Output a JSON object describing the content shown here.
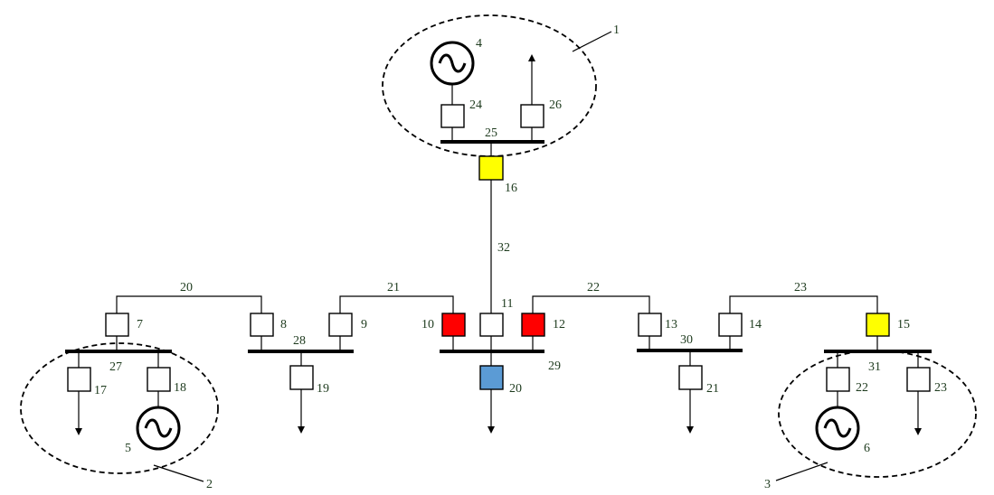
{
  "diagram": {
    "colors": {
      "white": "#ffffff",
      "yellow": "#ffff00",
      "red": "#ff0000",
      "blue": "#5b9bd5"
    },
    "zones": [
      {
        "id": "zone-1",
        "label": "1"
      },
      {
        "id": "zone-2",
        "label": "2"
      },
      {
        "id": "zone-3",
        "label": "3"
      }
    ],
    "generators": [
      {
        "id": "gen-4",
        "label": "4"
      },
      {
        "id": "gen-5",
        "label": "5"
      },
      {
        "id": "gen-6",
        "label": "6"
      }
    ],
    "buses": [
      {
        "id": "bus-25",
        "label": "25"
      },
      {
        "id": "bus-27",
        "label": "27"
      },
      {
        "id": "bus-28",
        "label": "28"
      },
      {
        "id": "bus-29",
        "label": "29"
      },
      {
        "id": "bus-30",
        "label": "30"
      },
      {
        "id": "bus-31",
        "label": "31"
      }
    ],
    "lines": [
      {
        "id": "line-20",
        "label": "20"
      },
      {
        "id": "line-21",
        "label": "21"
      },
      {
        "id": "line-22",
        "label": "22"
      },
      {
        "id": "line-23",
        "label": "23"
      },
      {
        "id": "line-32",
        "label": "32"
      }
    ],
    "nodes": [
      {
        "id": "n7",
        "label": "7",
        "fill": "white"
      },
      {
        "id": "n8",
        "label": "8",
        "fill": "white"
      },
      {
        "id": "n9",
        "label": "9",
        "fill": "white"
      },
      {
        "id": "n10",
        "label": "10",
        "fill": "red"
      },
      {
        "id": "n11",
        "label": "11",
        "fill": "white"
      },
      {
        "id": "n12",
        "label": "12",
        "fill": "red"
      },
      {
        "id": "n13",
        "label": "13",
        "fill": "white"
      },
      {
        "id": "n14",
        "label": "14",
        "fill": "white"
      },
      {
        "id": "n15",
        "label": "15",
        "fill": "yellow"
      },
      {
        "id": "n16",
        "label": "16",
        "fill": "yellow"
      },
      {
        "id": "n17",
        "label": "17",
        "fill": "white"
      },
      {
        "id": "n18",
        "label": "18",
        "fill": "white"
      },
      {
        "id": "n19",
        "label": "19",
        "fill": "white"
      },
      {
        "id": "n20",
        "label": "20",
        "fill": "blue"
      },
      {
        "id": "n21",
        "label": "21",
        "fill": "white"
      },
      {
        "id": "n22",
        "label": "22",
        "fill": "white"
      },
      {
        "id": "n23",
        "label": "23",
        "fill": "white"
      },
      {
        "id": "n24",
        "label": "24",
        "fill": "white"
      },
      {
        "id": "n26",
        "label": "26",
        "fill": "white"
      }
    ]
  }
}
